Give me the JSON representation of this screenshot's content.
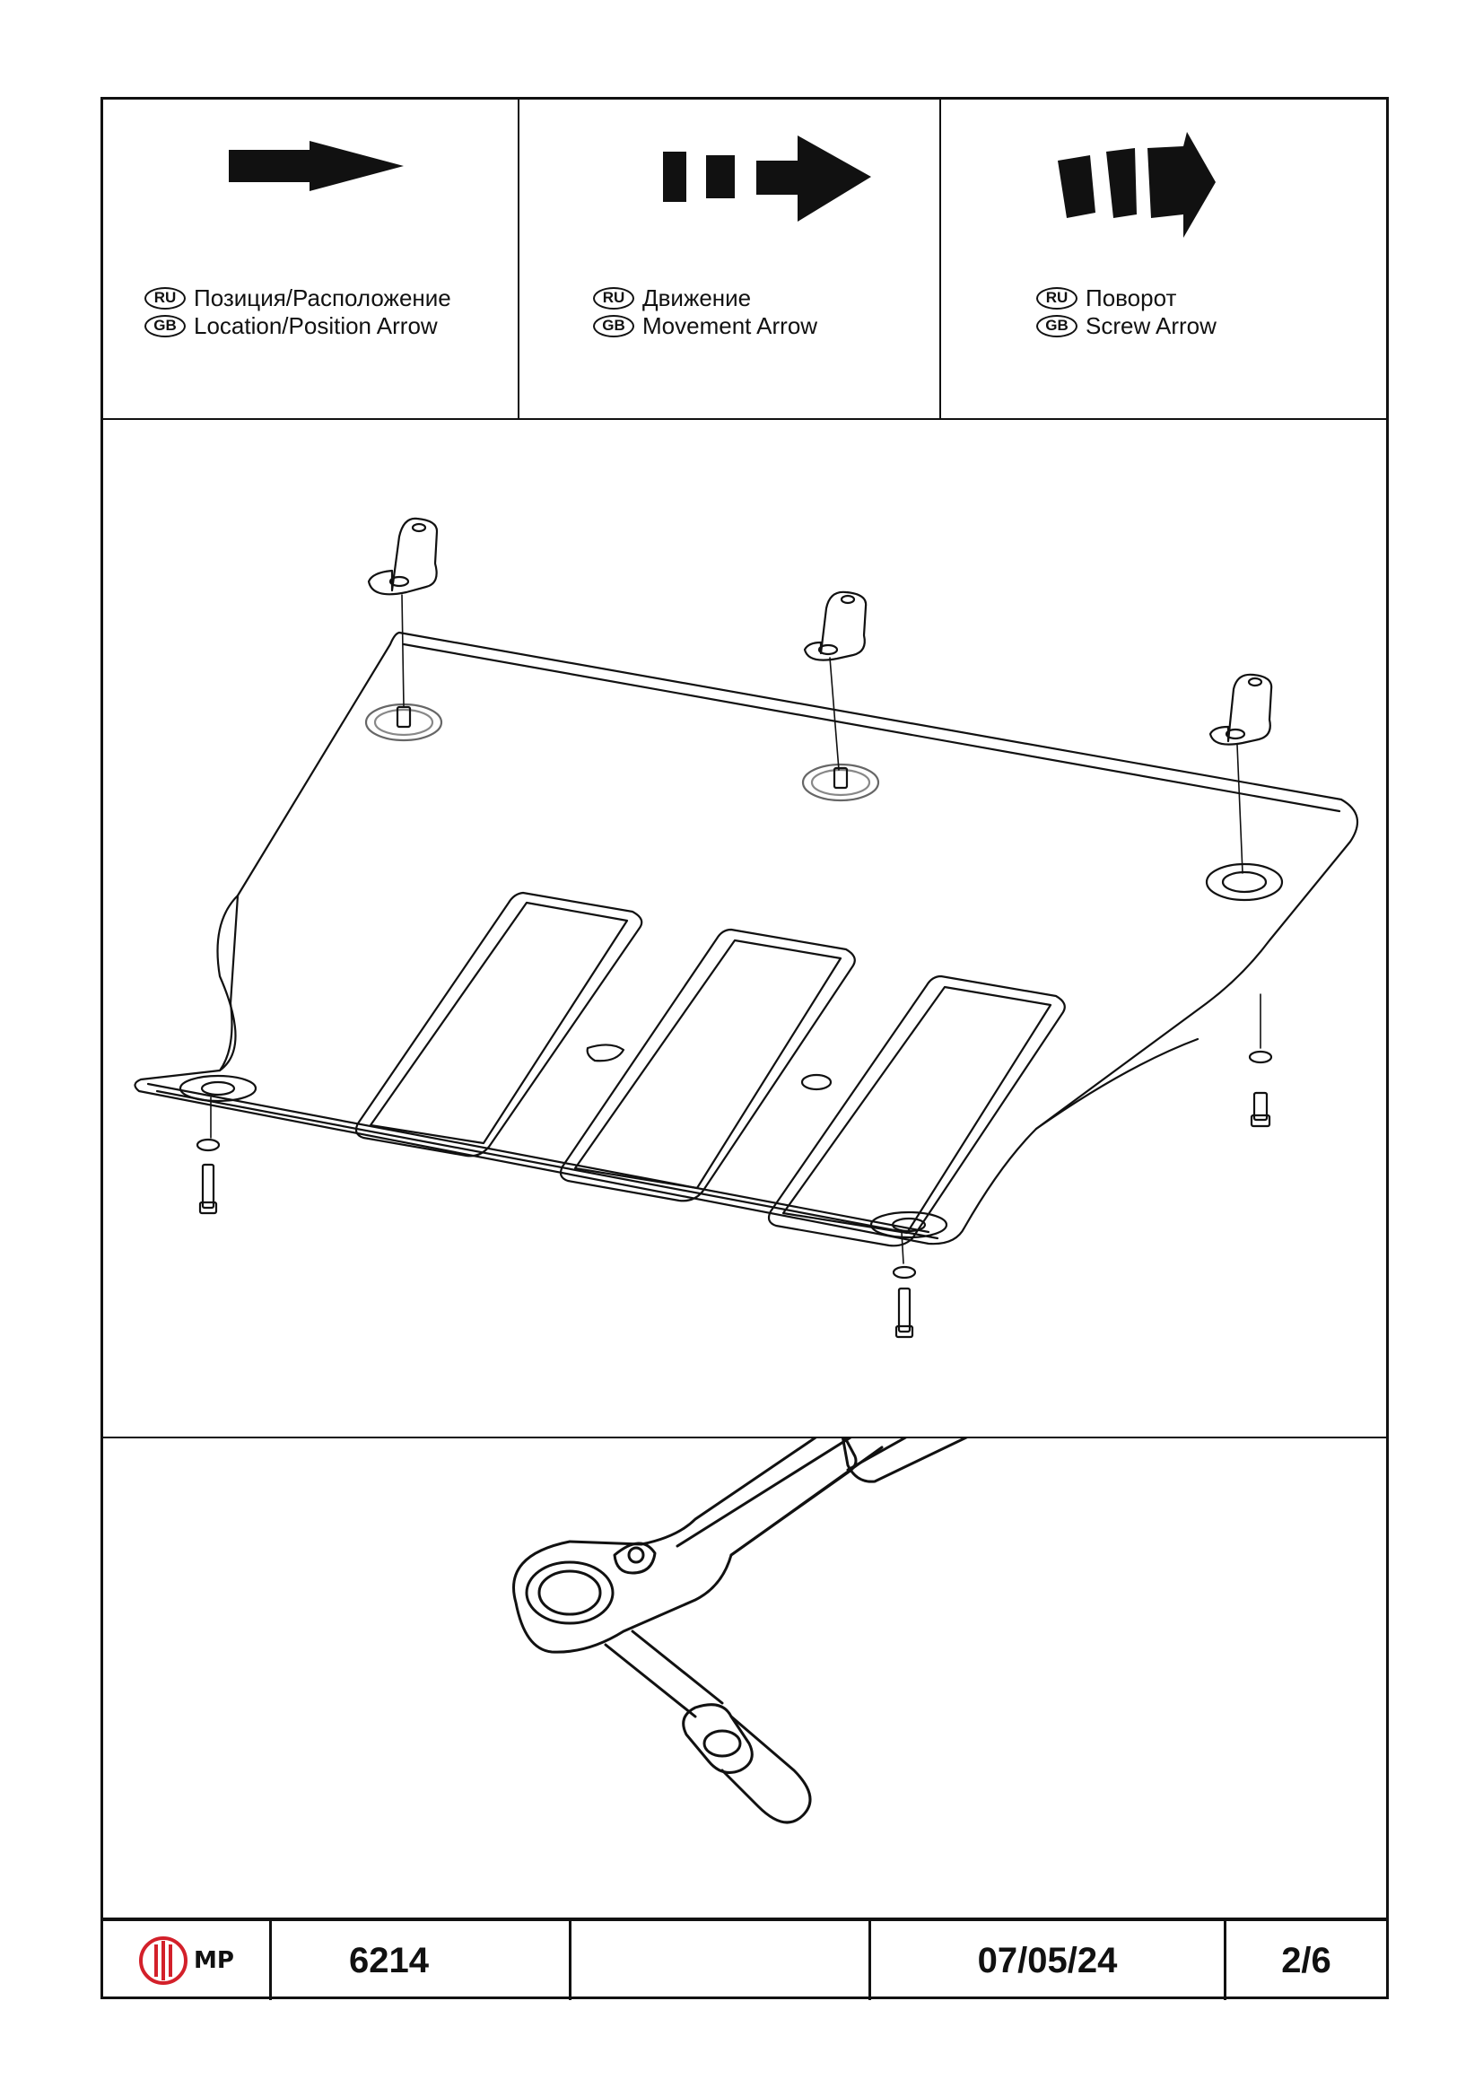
{
  "legend": [
    {
      "name": "location",
      "ru_code": "RU",
      "gb_code": "GB",
      "ru_text": "Позиция/Расположение",
      "gb_text": "Location/Position Arrow"
    },
    {
      "name": "movement",
      "ru_code": "RU",
      "gb_code": "GB",
      "ru_text": "Движение",
      "gb_text": "Movement Arrow"
    },
    {
      "name": "screw",
      "ru_code": "RU",
      "gb_code": "GB",
      "ru_text": "Поворот",
      "gb_text": "Screw Arrow"
    }
  ],
  "footer": {
    "logo_text": "MP",
    "logo_color": "#d3202a",
    "code": "6214",
    "blank": "",
    "date": "07/05/24",
    "page": "2/6"
  },
  "icons": {
    "location_arrow": "solid-arrow-icon",
    "movement_arrow": "dashed-arrow-icon",
    "screw_arrow": "curved-arrow-icon",
    "logo": "brand-logo-icon"
  }
}
